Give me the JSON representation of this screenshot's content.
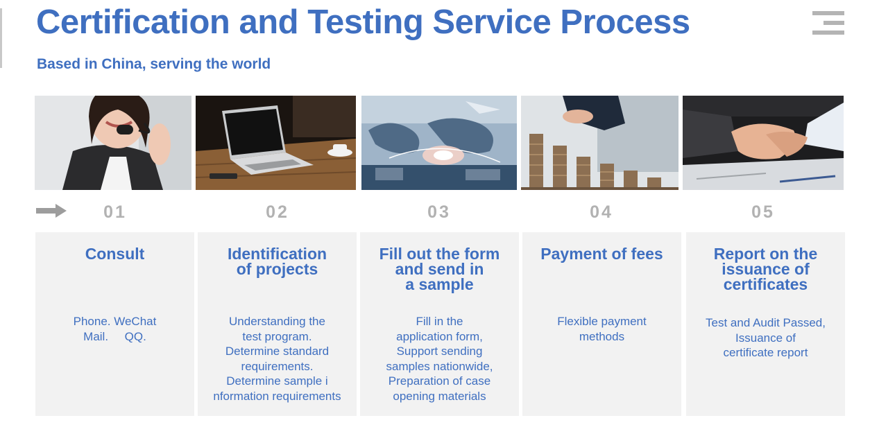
{
  "header": {
    "title": "Certification and Testing Service Process",
    "subtitle": "Based in China, serving the world"
  },
  "icons": {
    "menu": "menu-icon",
    "arrow": "arrow-right-icon"
  },
  "colors": {
    "accent": "#3f6fc0",
    "card_bg": "#f2f2f2",
    "number_gray": "#b2b2b2"
  },
  "steps": [
    {
      "number": "01",
      "title_lines": [
        "Consult"
      ],
      "desc_lines": [
        "Phone. WeChat",
        "Mail.     QQ."
      ]
    },
    {
      "number": "02",
      "title_lines": [
        "Identification",
        "of projects"
      ],
      "desc_lines": [
        "Understanding the",
        "test program.",
        "Determine standard",
        "requirements.",
        "Determine sample i",
        "nformation requirements"
      ]
    },
    {
      "number": "03",
      "title_lines": [
        "Fill out the form",
        "and send in",
        "a sample"
      ],
      "desc_lines": [
        "Fill in the",
        "application form,",
        "Support sending",
        "samples nationwide,",
        "Preparation of case",
        "opening materials"
      ]
    },
    {
      "number": "04",
      "title_lines": [
        "Payment of fees"
      ],
      "desc_lines": [
        "Flexible payment",
        "methods"
      ]
    },
    {
      "number": "05",
      "title_lines": [
        "Report on the",
        "issuance of",
        "certificates"
      ],
      "desc_lines": [
        "Test and Audit Passed,",
        "Issuance of",
        "certificate report"
      ]
    }
  ]
}
